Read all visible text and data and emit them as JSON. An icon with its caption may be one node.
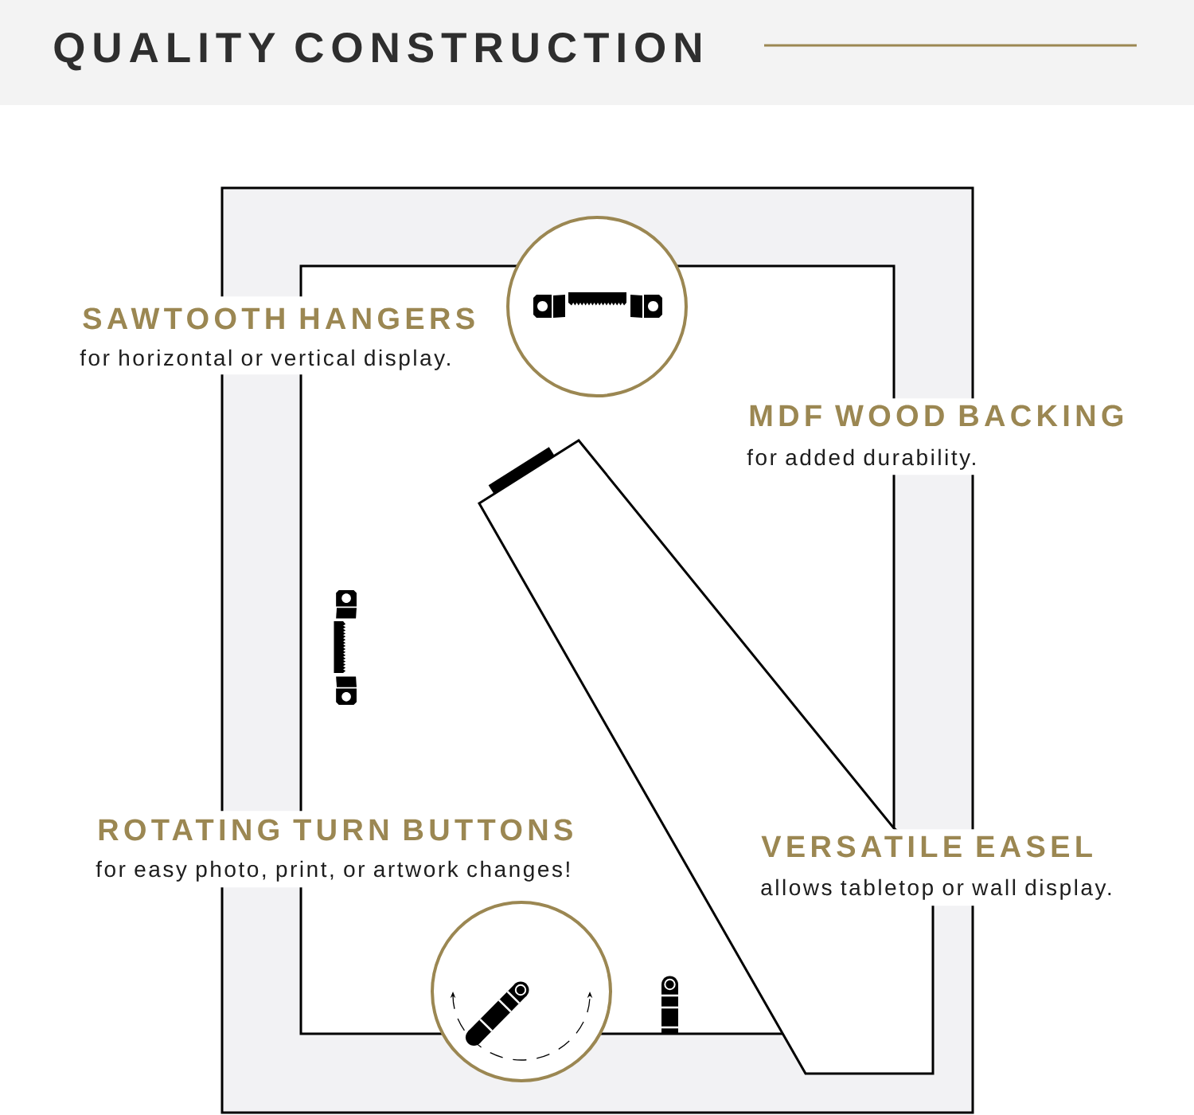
{
  "diagram": {
    "title": "QUALITY CONSTRUCTION",
    "nodes": [
      {
        "text": [
          "SAWTOOTH HANGERS",
          "for horizontal or vertical display."
        ]
      },
      {
        "text": [
          "MDF WOOD BACKING",
          "for added durability."
        ]
      },
      {
        "text": [
          "ROTATING TURN BUTTONS",
          "for easy photo, print, or artwork changes!"
        ]
      },
      {
        "text": [
          "VERSATILE EASEL",
          "allows tabletop or wall display."
        ]
      }
    ]
  }
}
